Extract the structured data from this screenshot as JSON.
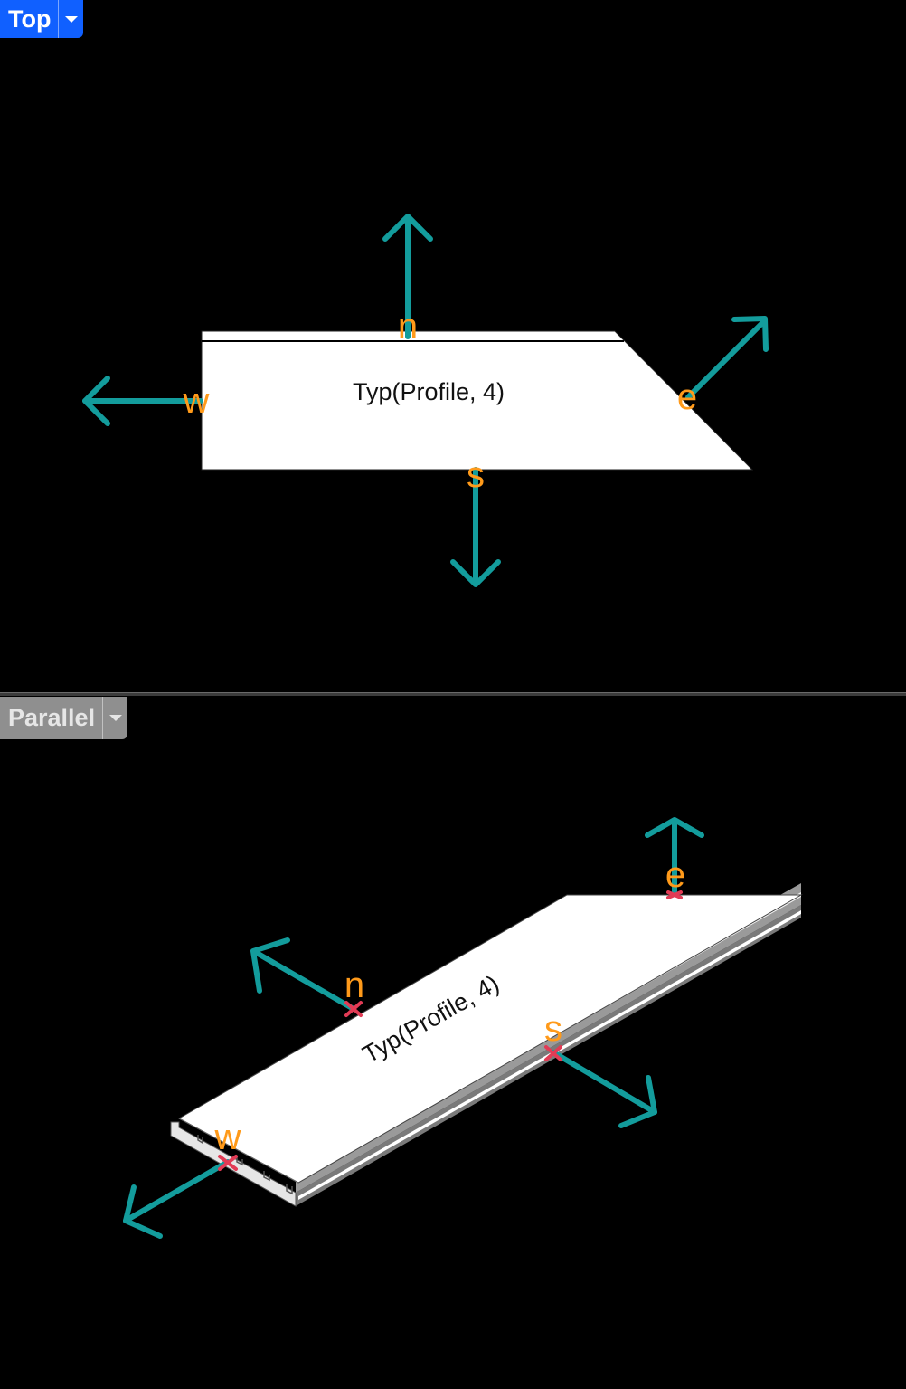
{
  "viewports": {
    "top": {
      "title": "Top",
      "dropdown_icon": "chevron-down-icon",
      "object_label": "Typ(Profile, 4)",
      "directions": {
        "north": "n",
        "south": "s",
        "east": "e",
        "west": "w"
      }
    },
    "parallel": {
      "title": "Parallel",
      "dropdown_icon": "chevron-down-icon",
      "object_label": "Typ(Profile, 4)",
      "directions": {
        "north": "n",
        "south": "s",
        "east": "e",
        "west": "w"
      }
    }
  },
  "colors": {
    "background": "#000000",
    "active_tab": "#1060ff",
    "inactive_tab": "#8f8f8f",
    "arrow": "#139c9c",
    "direction_label": "#ff9a1a",
    "marker": "#e23b55",
    "shape_fill": "#ffffff"
  }
}
